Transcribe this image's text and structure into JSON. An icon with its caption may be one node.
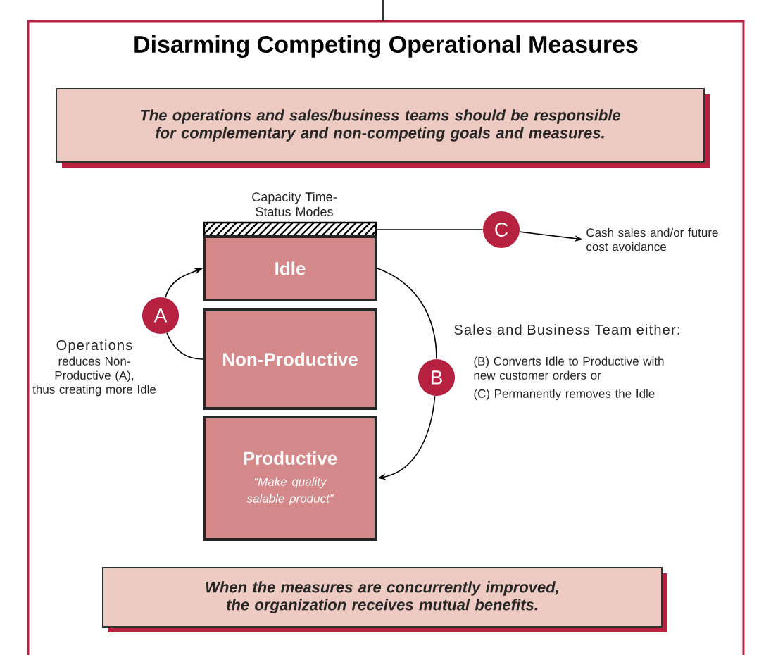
{
  "diagram": {
    "title": "Disarming Competing Operational Measures",
    "nodes": [
      {
        "text": [
          "The operations and sales/business teams should be responsible for complementary and non-competing goals and measures."
        ]
      },
      {
        "text": [
          "Capacity Time-Status Modes"
        ]
      },
      {
        "text": [
          "Idle"
        ]
      },
      {
        "text": [
          "Non-Productive"
        ]
      },
      {
        "text": [
          "Productive",
          "“Make quality salable product”"
        ]
      },
      {
        "text": [
          "A"
        ]
      },
      {
        "text": [
          "B"
        ]
      },
      {
        "text": [
          "C"
        ]
      },
      {
        "text": [
          "Cash sales and/or future cost avoidance"
        ]
      },
      {
        "text": [
          "When the measures are concurrently improved, the organization receives mutual benefits."
        ]
      }
    ],
    "edges": [
      {
        "from": 3,
        "to": 5,
        "arrow": "none"
      },
      {
        "from": 5,
        "to": 2,
        "arrow": "to"
      },
      {
        "from": 2,
        "to": 6,
        "arrow": "none"
      },
      {
        "from": 6,
        "to": 4,
        "arrow": "to"
      },
      {
        "from": 1,
        "to": 7,
        "arrow": "none"
      },
      {
        "from": 7,
        "to": 8,
        "arrow": "to"
      }
    ],
    "labels": [
      "Operations",
      "reduces Non-Productive (A), thus creating more Idle",
      "Sales and Business Team either:",
      "(B) Converts Idle to Productive with new customer orders or",
      "(C) Permanently removes the Idle"
    ]
  }
}
